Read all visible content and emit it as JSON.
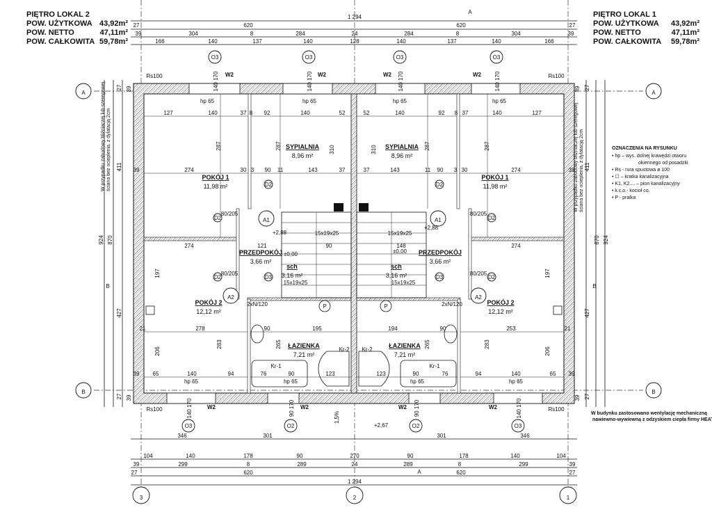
{
  "unit_left": {
    "title": "PIĘTRO LOKAL 2",
    "rows": [
      {
        "label": "POW. UŻYTKOWA",
        "value": "43,92m²"
      },
      {
        "label": "POW. NETTO",
        "value": "47,11m²"
      },
      {
        "label": "POW. CAŁKOWITA",
        "value": "59,78m²"
      }
    ]
  },
  "unit_right": {
    "title": "PIĘTRO LOKAL 1",
    "rows": [
      {
        "label": "POW. UŻYTKOWA",
        "value": "43,92m²"
      },
      {
        "label": "POW. NETTO",
        "value": "47,11m²"
      },
      {
        "label": "POW. CAŁKOWITA",
        "value": "59,78m²"
      }
    ]
  },
  "legend": {
    "title": "OZNACZENIA NA RYSUNKU",
    "items": [
      "• hp – wys. dolnej krawędzi otworu",
      "okiennego od posadzki",
      "• Rs - rura spustowa ø 100",
      "• ☐ – kratka kanalizacyjna",
      "• K1, K2.... – pion kanalizacyjny",
      "• k.c.o.- kocioł co.",
      "• P - pralka"
    ]
  },
  "note_ventilation": [
    "W budynku zastosowano wentylację mechaniczną",
    "nawiewno-wywiewną z odzyskiem ciepła firmy HEATPEX."
  ],
  "note_wall": [
    "W przypadku zabudowy bliźniaczej lub szeregowej",
    "ściana bez ocieplenia, z dylatacją 2cm"
  ],
  "axes": {
    "rows": [
      "A",
      "A",
      "B",
      "B"
    ],
    "cols": [
      "3",
      "2",
      "1"
    ],
    "section": [
      "A",
      "A"
    ],
    "side": [
      "B",
      "B"
    ]
  },
  "rooms": [
    {
      "name": "SYPIALNIA",
      "area": "8,96 m²"
    },
    {
      "name": "SYPIALNIA",
      "area": "8,96 m²"
    },
    {
      "name": "POKÓJ 1",
      "area": "11,98 m²"
    },
    {
      "name": "POKÓJ 1",
      "area": "11,98 m²"
    },
    {
      "name": "PRZEDPOKÓJ",
      "area": "3,66 m²"
    },
    {
      "name": "PRZEDPOKÓJ",
      "area": "3,66 m²"
    },
    {
      "name": "sch",
      "area": "3,16 m²"
    },
    {
      "name": "sch",
      "area": "3,16 m²"
    },
    {
      "name": "POKÓJ 2",
      "area": "12,12 m²"
    },
    {
      "name": "POKÓJ 2",
      "area": "12,12 m²"
    },
    {
      "name": "ŁAZIENKA",
      "area": "7,21 m²"
    },
    {
      "name": "ŁAZIENKA",
      "area": "7,21 m²"
    }
  ],
  "dims": {
    "top0": [
      "1 294"
    ],
    "top1": [
      "27",
      "620",
      "620",
      "27"
    ],
    "top2": [
      "39",
      "304",
      "8",
      "284",
      "24",
      "284",
      "8",
      "304",
      "39"
    ],
    "top3": [
      "166",
      "140",
      "137",
      "140",
      "128",
      "140",
      "137",
      "140",
      "166"
    ],
    "bot0": [
      "346",
      "301",
      "301",
      "346"
    ],
    "bot1": [
      "104",
      "140",
      "178",
      "90",
      "270",
      "90",
      "178",
      "140",
      "104"
    ],
    "bot2": [
      "39",
      "299",
      "8",
      "289",
      "24",
      "289",
      "8",
      "299",
      "39"
    ],
    "bot3": [
      "27",
      "620",
      "620",
      "27"
    ],
    "bot4": [
      "1 294"
    ],
    "in1": [
      "127",
      "140",
      "37",
      "8",
      "92",
      "140",
      "52",
      "52",
      "140",
      "92",
      "8",
      "37",
      "140",
      "127"
    ],
    "in2": [
      "39",
      "274",
      "30",
      "3",
      "90",
      "11",
      "143",
      "37",
      "37",
      "143",
      "11",
      "90",
      "3",
      "30",
      "274",
      "39"
    ],
    "in3": [
      "274",
      "121",
      "90",
      "148",
      "274"
    ],
    "in4": [
      "21",
      "278",
      "90",
      "195",
      "194",
      "90",
      "253",
      "21"
    ],
    "in5": [
      "39",
      "65",
      "140",
      "94",
      "76",
      "90",
      "123",
      "123",
      "90",
      "76",
      "94",
      "140",
      "65",
      "39"
    ],
    "vert": [
      "287",
      "287",
      "310",
      "310",
      "287",
      "287",
      "197",
      "206",
      "283",
      "265",
      "265",
      "283",
      "197",
      "206",
      "411",
      "427",
      "870",
      "924",
      "411",
      "427",
      "870",
      "924",
      "27",
      "39",
      "27",
      "39",
      "27",
      "39",
      "27",
      "39"
    ]
  },
  "tags": {
    "windows": [
      "O3",
      "O3",
      "O3",
      "O3",
      "O3",
      "O2",
      "O2",
      "O3"
    ],
    "window_heights": [
      "140 170",
      "140 170",
      "140 170",
      "140 170",
      "140 170",
      "90 170",
      "90 170",
      "140 170"
    ],
    "w2": [
      "W2",
      "W2",
      "W2",
      "W2",
      "W2",
      "W2",
      "W2",
      "W2"
    ],
    "hp": [
      "hp 65",
      "hp 65",
      "hp 65",
      "hp 65",
      "hp 65",
      "hp 65",
      "hp 65",
      "hp 65"
    ],
    "rs": [
      "Rs100",
      "Rs100",
      "Rs100",
      "Rs100"
    ],
    "doors": [
      "D2",
      "D2",
      "D2",
      "D2",
      "D2",
      "D2",
      "D3",
      "D3"
    ],
    "door_sizes": [
      "80/205",
      "80/205",
      "80/205",
      "80/205"
    ],
    "zones": [
      "A1",
      "A1",
      "A2",
      "A2"
    ],
    "misc": [
      "+2,88",
      "+2,88",
      "+2,67",
      "1,5%",
      "±0,00",
      "±0,00",
      "15x19x25",
      "15x19x25",
      "15x19x25",
      "15x19x25",
      "2xN/120",
      "2xN/120",
      "Kr-1",
      "Kr-1",
      "Kr-2",
      "Kr-2",
      "P",
      "P"
    ]
  }
}
